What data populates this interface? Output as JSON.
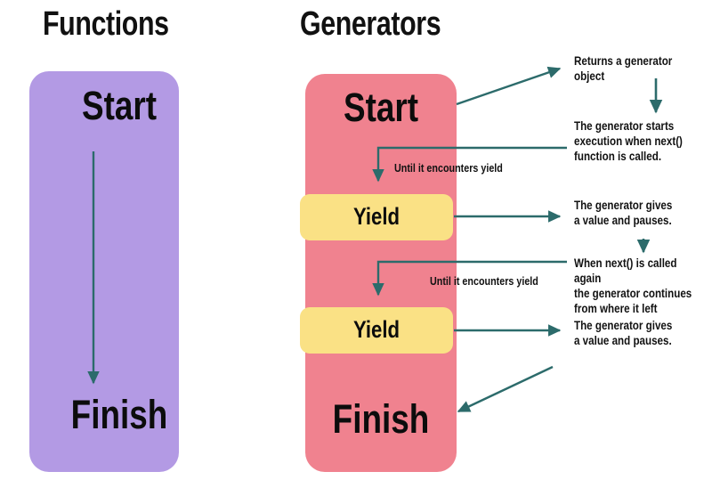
{
  "diagram": {
    "title_left": "Functions",
    "title_right": "Generators",
    "colors": {
      "functions_box": "#b39ae4",
      "generators_box": "#f0828f",
      "yield_box": "#fae185",
      "arrow": "#2c6b6b",
      "text": "#111111",
      "background": "#ffffff"
    },
    "functions": {
      "start_label": "Start",
      "finish_label": "Finish"
    },
    "generators": {
      "start_label": "Start",
      "yield_label_1": "Yield",
      "yield_label_2": "Yield",
      "finish_label": "Finish",
      "until_label_1": "Until it encounters yield",
      "until_label_2": "Until it encounters yield"
    },
    "annotations": [
      {
        "id": "returns-generator-object",
        "text": "Returns a generator object"
      },
      {
        "id": "generator-starts-execution",
        "text": "The generator starts\nexecution when next()\nfunction is called."
      },
      {
        "id": "generator-gives-value-1",
        "text": "The generator gives\na value and pauses."
      },
      {
        "id": "next-called-again",
        "text": "When next() is called again\nthe generator continues\nfrom where it left"
      },
      {
        "id": "generator-gives-value-2",
        "text": "The generator gives\na value and pauses."
      }
    ]
  }
}
